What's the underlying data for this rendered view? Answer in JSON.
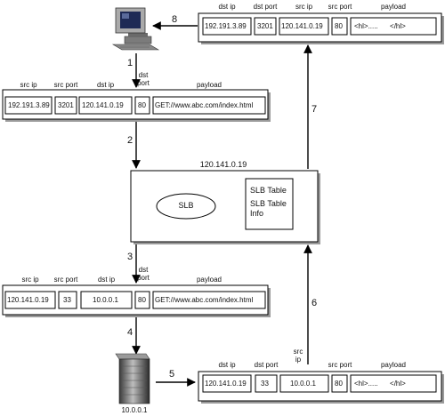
{
  "top_right_packet": {
    "headers": {
      "dst_ip": "dst ip",
      "dst_port": "dst port",
      "src_ip": "src ip",
      "src_port": "src port",
      "payload": "payload"
    },
    "values": {
      "dst_ip": "192.191.3.89",
      "dst_port": "3201",
      "src_ip": "120.141.0.19",
      "src_port": "80",
      "payload": "<hl>.....      </hl>"
    }
  },
  "request_packet": {
    "headers": {
      "src_ip": "src ip",
      "src_port": "src port",
      "dst_ip": "dst ip",
      "dst_port": "dst\nport",
      "payload": "payload"
    },
    "values": {
      "src_ip": "192.191.3.89",
      "src_port": "3201",
      "dst_ip": "120.141.0.19",
      "dst_port": "80",
      "payload": "GET://www.abc.com/index.html"
    }
  },
  "slb": {
    "address": "120.141.0.19",
    "label": "SLB",
    "table_title": "SLB Table",
    "table_info": "SLB Table\nInfo"
  },
  "forwarded_packet": {
    "headers": {
      "src_ip": "src ip",
      "src_port": "src port",
      "dst_ip": "dst ip",
      "dst_port": "dst\nport",
      "payload": "payload"
    },
    "values": {
      "src_ip": "120.141.0.19",
      "src_port": "33",
      "dst_ip": "10.0.0.1",
      "dst_port": "80",
      "payload": "GET://www.abc.com/index.html"
    }
  },
  "response_packet": {
    "headers": {
      "dst_ip": "dst ip",
      "dst_port": "dst port",
      "src_ip": "src\nip",
      "src_port": "src port",
      "payload": "payload"
    },
    "values": {
      "dst_ip": "120.141.0.19",
      "dst_port": "33",
      "src_ip": "10.0.0.1",
      "src_port": "80",
      "payload": "<hl>.....      </hl>"
    }
  },
  "server": {
    "label": "10.0.0.1",
    "icon": "server-icon"
  },
  "client": {
    "icon": "computer-icon"
  },
  "steps": [
    "1",
    "2",
    "3",
    "4",
    "5",
    "6",
    "7",
    "8"
  ],
  "colors": {
    "line": "#000000",
    "box_shadow": "#9a9a9a"
  }
}
